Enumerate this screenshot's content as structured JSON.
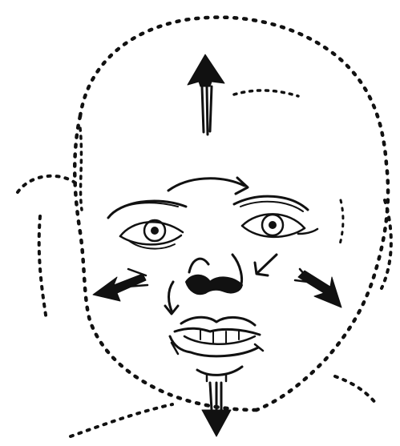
{
  "figure": {
    "subject": "face-drawing",
    "ink_color": "#111111",
    "background_color": "#ffffff",
    "arrows": [
      {
        "name": "up-arrow",
        "direction": "up"
      },
      {
        "name": "brow-curved-arrow",
        "direction": "right"
      },
      {
        "name": "left-cheek-arrow",
        "direction": "down-left"
      },
      {
        "name": "right-cheek-arrow",
        "direction": "down-right"
      },
      {
        "name": "nose-right-arrow",
        "direction": "down-left"
      },
      {
        "name": "nose-left-arrow",
        "direction": "down"
      },
      {
        "name": "chin-arrow",
        "direction": "down"
      }
    ]
  }
}
